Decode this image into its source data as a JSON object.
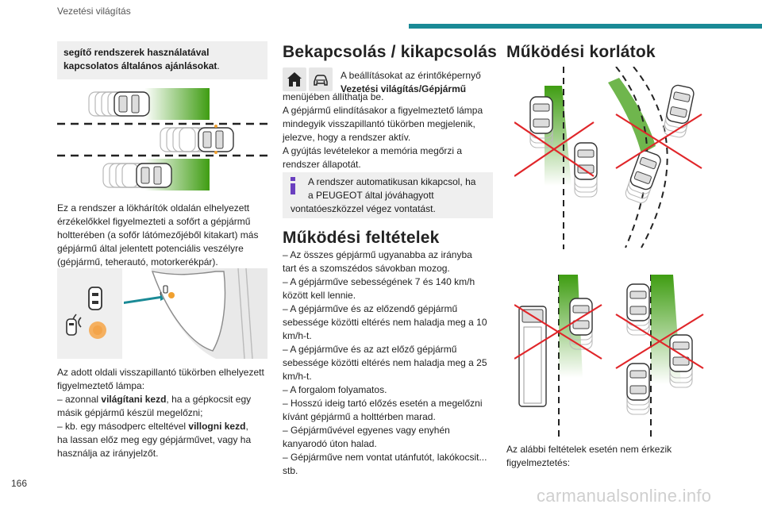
{
  "header": {
    "title": "Vezetési világítás",
    "accent_color": "#1a8a96"
  },
  "col1": {
    "infobox_line1": "segítő rendszerek használatával",
    "infobox_line2_bold": "kapcsolatos általános ajánlásokat",
    "infobox_line2_end": ".",
    "para1": [
      "Ez a rendszer a lökhárítók oldalán elhelyezett",
      "érzékelőkkel figyelmezteti a sofőrt a gépjármű",
      "holtterében (a sofőr látómezőjéből kitakart) más",
      "gépjármű által jelentett potenciális veszélyre",
      "(gépjármű, teherautó, motorkerékpár)."
    ],
    "para2": {
      "l1": "Az adott oldali visszapillantó tükörben elhelyezett",
      "l2": "figyelmeztető lámpa:",
      "l3_pre": "–  azonnal ",
      "l3_bold": "világítani kezd",
      "l3_post": ", ha a gépkocsit egy",
      "l4": "másik gépjármű készül megelőzni;",
      "l5_pre": "–  kb. egy másodperc elteltével ",
      "l5_bold": "villogni kezd",
      "l5_post": ",",
      "l6": "ha lassan előz meg egy gépjárművet, vagy ha",
      "l7": "használja az irányjelzőt."
    }
  },
  "col2": {
    "heading1": "Bekapcsolás / kikapcsolás",
    "intro_l1": "A beállításokat az érintőképernyő",
    "intro_l2_bold": "Vezetési világítás/Gépjármű",
    "body": [
      "menüjében állíthatja be.",
      "A gépjármű elindításakor a figyelmeztető lámpa",
      "mindegyik visszapillantó tükörben megjelenik,",
      "jelezve, hogy a rendszer aktív.",
      "A gyújtás levételekor a memória megőrzi a",
      "rendszer állapotát."
    ],
    "note": [
      "A rendszer automatikusan kikapcsol, ha",
      "a PEUGEOT által jóváhagyott",
      "vontatóeszközzel végez vontatást."
    ],
    "note_icon": "info-icon",
    "heading2": "Működési feltételek",
    "conditions": [
      "–  Az összes gépjármű ugyanabba az irányba",
      "tart és a szomszédos sávokban mozog.",
      "–  A gépjárműve sebességének 7 és 140 km/h",
      "között kell lennie.",
      "–  A gépjárműve és az előzendő gépjármű",
      "sebessége közötti eltérés nem haladja meg a 10",
      "km/h-t.",
      "–  A gépjárműve és az azt előző gépjármű",
      "sebessége közötti eltérés nem haladja meg a 25",
      "km/h-t.",
      "–  A forgalom folyamatos.",
      "–  Hosszú ideig tartó előzés esetén a megelőzni",
      "kívánt gépjármű a holttérben marad.",
      "–  Gépjárművével egyenes vagy enyhén",
      "kanyarodó úton halad.",
      "–  Gépjárműve nem vontat utánfutót, lakókocsit...",
      "stb."
    ]
  },
  "col3": {
    "heading": "Működési korlátok",
    "caption": [
      "Az alábbi feltételek esetén nem érkezik",
      "figyelmeztetés:"
    ]
  },
  "footer": {
    "page_number": "166",
    "watermark": "carmanualsonline.info"
  },
  "colors": {
    "green": "#4caf1a",
    "red_cross": "#e0262a",
    "amber": "#f0a030",
    "teal": "#1a8a96"
  }
}
